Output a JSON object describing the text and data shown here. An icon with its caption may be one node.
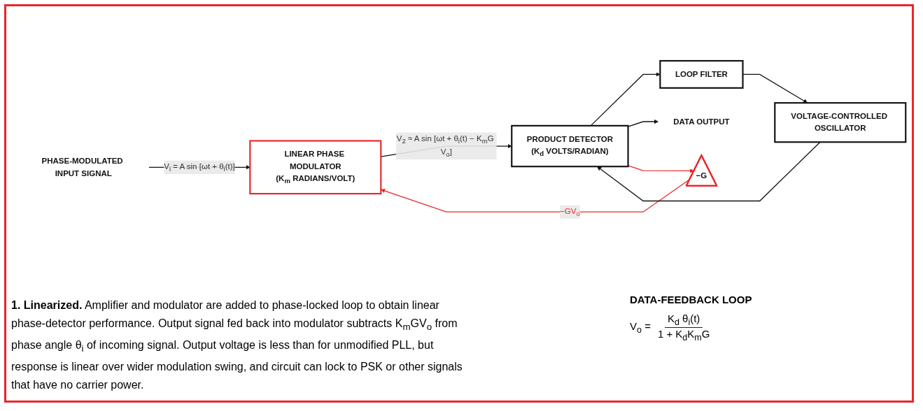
{
  "diagram": {
    "caption": "**1. Linearized.** Amplifier and modulator are added to phase-locked loop to obtain linear phase-detector performance. Output signal fed back into modulator subtracts K$_{m}$GV$_{o}$ from phase angle θ$_{i}$ of incoming signal. Output voltage is less than for unmodified PLL, but response is linear over wider modulation swing, and circuit can lock to PSK or other signals that have no carrier power.",
    "nodes": [
      {
        "text": [
          "PHASE-MODULATED INPUT SIGNAL"
        ]
      },
      {
        "text": [
          "LINEAR PHASE MODULATOR",
          "(K$_{m}$ RADIANS/VOLT)"
        ]
      },
      {
        "text": [
          "PRODUCT DETECTOR",
          "(K$_{d}$ VOLTS/RADIAN)"
        ]
      },
      {
        "text": [
          "LOOP FILTER"
        ]
      },
      {
        "text": [
          "VOLTAGE-CONTROLLED OSCILLATOR"
        ]
      },
      {
        "text": [
          "−G"
        ]
      },
      {
        "text": [
          "DATA OUTPUT"
        ]
      }
    ],
    "edges": [
      {
        "from": 0,
        "to": 1,
        "arrow": "to",
        "label": "V$_{i}$ = A sin [ωt + θ$_{i}$(t)]"
      },
      {
        "from": 1,
        "to": 2,
        "arrow": "to",
        "label": "V$_{2}$ ≈ A sin [ωt + θ$_{i}$(t) − K$_{m}$G V$_{o}$]"
      },
      {
        "from": 2,
        "to": 3,
        "arrow": "to"
      },
      {
        "from": 2,
        "to": 6,
        "arrow": "to"
      },
      {
        "from": 2,
        "to": 5,
        "arrow": "to",
        "color": "#e8272a"
      },
      {
        "from": 5,
        "to": 1,
        "arrow": "to",
        "label": "−GV$_{o}$",
        "color": "#e8272a"
      },
      {
        "from": 3,
        "to": 4,
        "arrow": "to"
      },
      {
        "from": 4,
        "to": 2,
        "arrow": "to"
      }
    ],
    "labels": [
      "DATA-FEEDBACK LOOP",
      "V$_{o}$ =",
      "K$_{d}$ θ$_{i}$(t)",
      "1 + K$_{d}$K$_{m}$G"
    ]
  }
}
